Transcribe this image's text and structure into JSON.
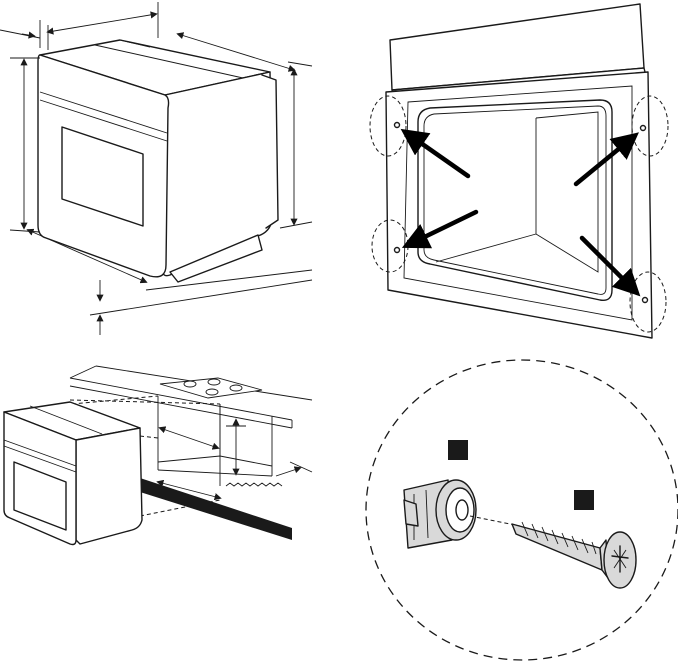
{
  "figures": [
    {
      "id": "oven-dimensions",
      "description_key": "panel-top-left"
    },
    {
      "id": "oven-front-frame-holes",
      "description_key": "panel-top-right"
    },
    {
      "id": "oven-installation-cabinet",
      "description_key": "panel-bottom-left"
    },
    {
      "id": "fixing-parts-detail",
      "description_key": "panel-bottom-right"
    }
  ],
  "callouts": {
    "part_a": "",
    "part_b": ""
  },
  "colors": {
    "line": "#1a1a1a",
    "callout_box": "#1a1a1a",
    "part_fill": "#d9d9d9"
  }
}
